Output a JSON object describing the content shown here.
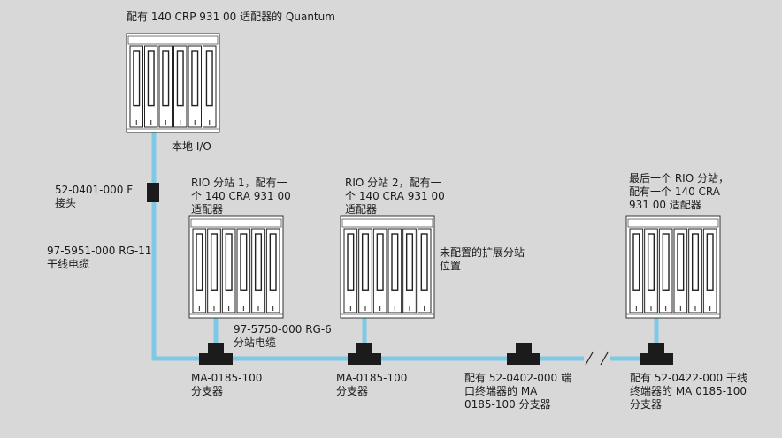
{
  "colors": {
    "background": "#d8d8d9",
    "cable": "#7ec9e6",
    "device": "#1b1b1b",
    "rack_fill": "#ffffff",
    "rack_stroke": "#333333"
  },
  "labels": {
    "head_title": "配有 140 CRP 931 00 适配器的 Quantum",
    "local_io": "本地 I/O",
    "f_connector": "52-0401-000 F\n接头",
    "trunk_cable": "97-5951-000 RG-11\n干线电缆",
    "rio1": "RIO 分站 1，配有一\n个 140 CRA 931 00\n适配器",
    "rio2": "RIO 分站 2，配有一\n个 140 CRA 931 00\n适配器",
    "unconfigured": "未配置的扩展分站\n位置",
    "last_rio": "最后一个 RIO 分站，\n配有一个 140 CRA\n931 00 适配器",
    "drop_cable": "97-5750-000 RG-6\n分站电缆",
    "tap1": "MA-0185-100\n分支器",
    "tap2": "MA-0185-100\n分支器",
    "tap3": "配有 52-0402-000 端\n口终端器的 MA\n0185-100 分支器",
    "tap4": "配有 52-0422-000 干线\n终端器的 MA 0185-100\n分支器"
  }
}
